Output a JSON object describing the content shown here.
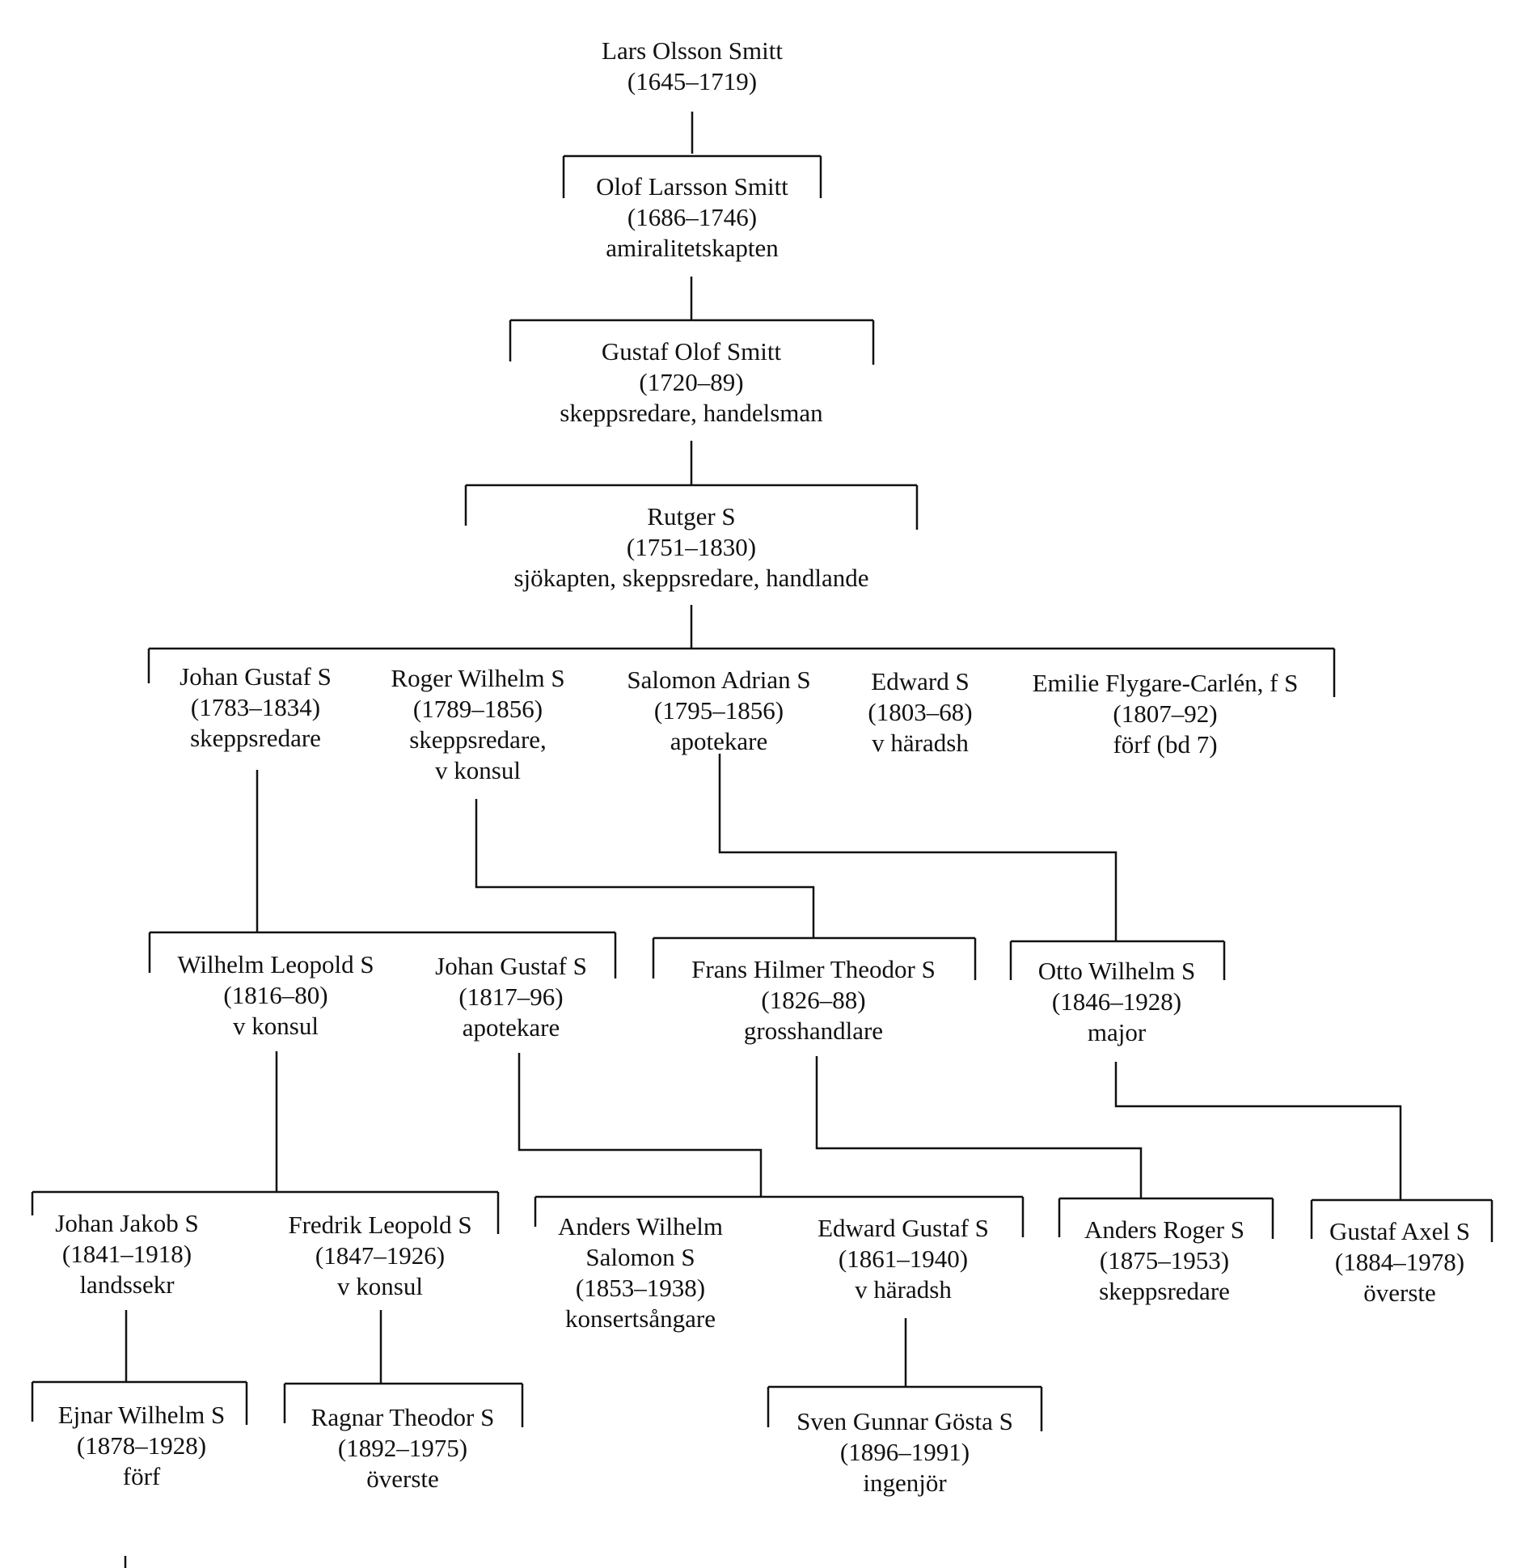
{
  "title": "Smitt family tree",
  "persons": [
    {
      "id": "lars",
      "lines": [
        "Lars Olsson Smitt",
        "(1645–1719)"
      ]
    },
    {
      "id": "olof",
      "lines": [
        "Olof Larsson Smitt",
        "(1686–1746)",
        "amiralitetskapten"
      ]
    },
    {
      "id": "gustafolof",
      "lines": [
        "Gustaf Olof Smitt",
        "(1720–89)",
        "skeppsredare, handelsman"
      ]
    },
    {
      "id": "rutger",
      "lines": [
        "Rutger S",
        "(1751–1830)",
        "sjökapten, skeppsredare, handlande"
      ]
    },
    {
      "id": "johangustaf1",
      "lines": [
        "Johan Gustaf S",
        "(1783–1834)",
        "skeppsredare"
      ]
    },
    {
      "id": "roger",
      "lines": [
        "Roger Wilhelm S",
        "(1789–1856)",
        "skeppsredare,",
        "v konsul"
      ]
    },
    {
      "id": "salomon",
      "lines": [
        "Salomon Adrian S",
        "(1795–1856)",
        "apotekare"
      ]
    },
    {
      "id": "edward",
      "lines": [
        "Edward S",
        "(1803–68)",
        "v häradsh"
      ]
    },
    {
      "id": "emilie",
      "lines": [
        "Emilie Flygare-Carlén, f S",
        "(1807–92)",
        "förf (bd 7)"
      ]
    },
    {
      "id": "wilhelmleopold",
      "lines": [
        "Wilhelm Leopold S",
        "(1816–80)",
        "v konsul"
      ]
    },
    {
      "id": "johangustaf2",
      "lines": [
        "Johan Gustaf S",
        "(1817–96)",
        "apotekare"
      ]
    },
    {
      "id": "frans",
      "lines": [
        "Frans Hilmer Theodor S",
        "(1826–88)",
        "grosshandlare"
      ]
    },
    {
      "id": "otto",
      "lines": [
        "Otto Wilhelm S",
        "(1846–1928)",
        "major"
      ]
    },
    {
      "id": "johanjakob",
      "lines": [
        "Johan Jakob S",
        "(1841–1918)",
        "landssekr"
      ]
    },
    {
      "id": "fredrik",
      "lines": [
        "Fredrik Leopold S",
        "(1847–1926)",
        "v konsul"
      ]
    },
    {
      "id": "anderswilhelm",
      "lines": [
        "Anders Wilhelm",
        "Salomon S",
        "(1853–1938)",
        "konsertsångare"
      ]
    },
    {
      "id": "edwardgustaf",
      "lines": [
        "Edward Gustaf S",
        "(1861–1940)",
        "v häradsh"
      ]
    },
    {
      "id": "andersroger",
      "lines": [
        "Anders Roger S",
        "(1875–1953)",
        "skeppsredare"
      ]
    },
    {
      "id": "gustafaxel",
      "lines": [
        "Gustaf Axel S",
        "(1884–1978)",
        "överste"
      ]
    },
    {
      "id": "ejnar",
      "lines": [
        "Ejnar Wilhelm S",
        "(1878–1928)",
        "förf"
      ]
    },
    {
      "id": "ragnar",
      "lines": [
        "Ragnar Theodor S",
        "(1892–1975)",
        "överste"
      ]
    },
    {
      "id": "sven",
      "lines": [
        "Sven Gunnar Gösta S",
        "(1896–1991)",
        "ingenjör"
      ]
    }
  ]
}
